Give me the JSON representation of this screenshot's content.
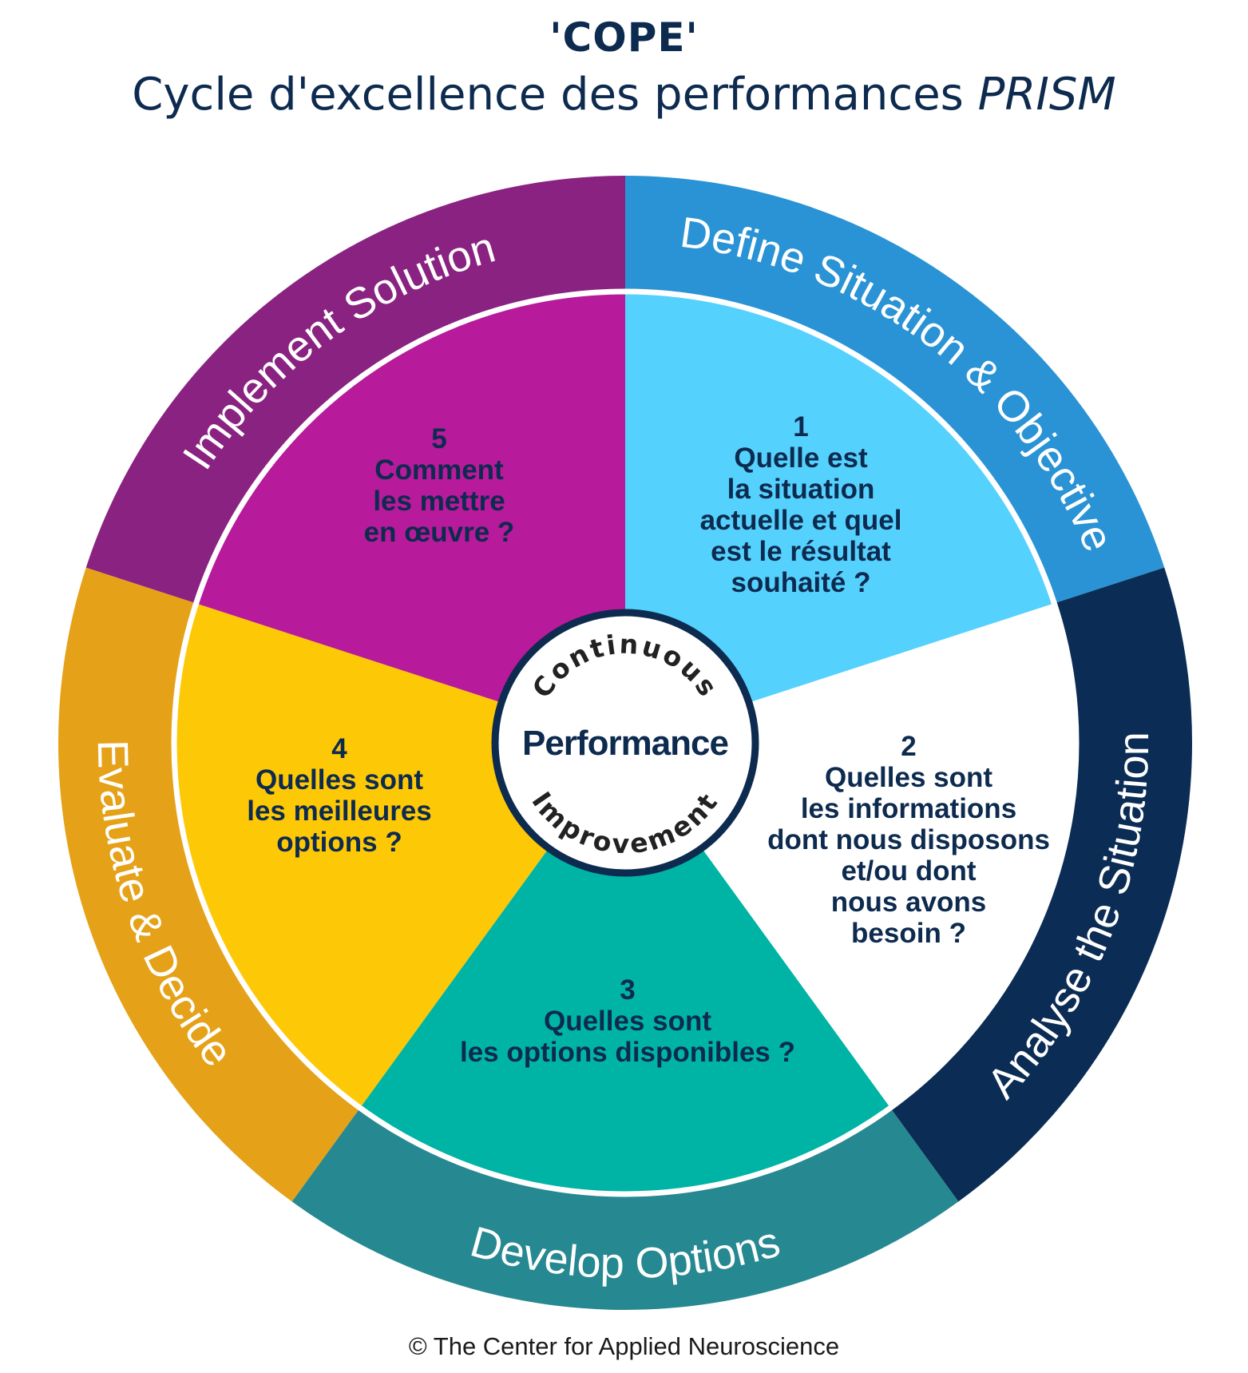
{
  "title": {
    "main": "'COPE'",
    "sub_prefix": "Cycle d'excellence des performances ",
    "sub_emphasis": "PRISM"
  },
  "segments": [
    {
      "stage": "Define Situation & Objective",
      "number": "1",
      "question": [
        "Quelle est",
        "la situation",
        "actuelle et quel",
        "est le résultat",
        "souhaité ?"
      ],
      "outer_color": "#2a93d5",
      "inner_color": "#55d1fd",
      "text_color": "#0d2a4f"
    },
    {
      "stage": "Analyse the Situation",
      "number": "2",
      "question": [
        "Quelles sont",
        "les informations",
        "dont nous disposons",
        "et/ou dont",
        "nous avons",
        "besoin ?"
      ],
      "outer_color": "#0b2c54",
      "inner_color": "#ffffff",
      "text_color": "#0d2a4f"
    },
    {
      "stage": "Develop Options",
      "number": "3",
      "question": [
        "Quelles sont",
        "les options disponibles ?"
      ],
      "outer_color": "#268891",
      "inner_color": "#00b4a5",
      "text_color": "#0d2a4f"
    },
    {
      "stage": "Evaluate & Decide",
      "number": "4",
      "question": [
        "Quelles sont",
        "les meilleures",
        "options ?"
      ],
      "outer_color": "#e5a218",
      "inner_color": "#fdc806",
      "text_color": "#0d2a4f"
    },
    {
      "stage": "Implement Solution",
      "number": "5",
      "question": [
        "Comment",
        "les mettre",
        "en œuvre ?"
      ],
      "outer_color": "#8a2281",
      "inner_color": "#b71a9a",
      "text_color": "#0d2a4f"
    }
  ],
  "center": {
    "top_arc": "Continuous",
    "middle": "Performance",
    "bottom_arc": "Improvement",
    "ring_color": "#0d2a4f"
  },
  "footer": "© The Center for Applied Neuroscience"
}
